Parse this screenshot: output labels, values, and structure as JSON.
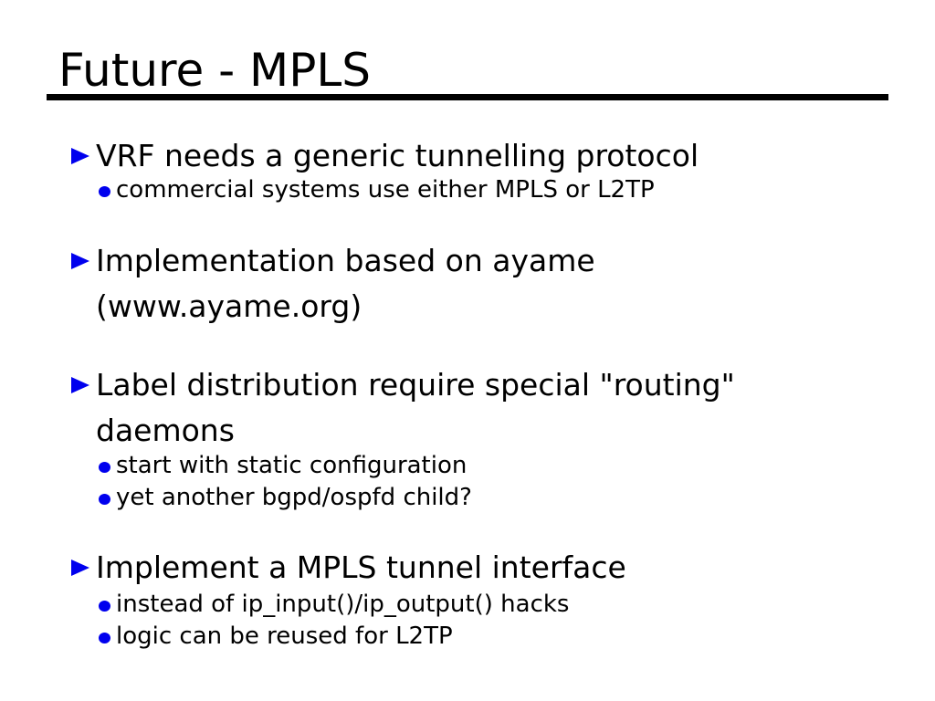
{
  "slide": {
    "title": "Future - MPLS",
    "bullets": [
      {
        "lines": [
          "VRF needs a generic tunnelling protocol"
        ],
        "subs": [
          "commercial systems use either MPLS or L2TP"
        ]
      },
      {
        "lines": [
          "Implementation based on ayame",
          "(www.ayame.org)"
        ],
        "subs": []
      },
      {
        "lines": [
          "Label distribution require special \"routing\"",
          "daemons"
        ],
        "subs": [
          "start with static configuration",
          "yet another bgpd/ospfd child?"
        ]
      },
      {
        "lines": [
          "Implement a MPLS tunnel interface"
        ],
        "subs": [
          "instead of ip_input()/ip_output() hacks",
          "logic can be reused for L2TP"
        ]
      }
    ],
    "icons": {
      "bullet_marker": "triangle-right-icon",
      "sub_marker": "dot-icon"
    },
    "colors": {
      "bullet_blue": "#0000ee",
      "text": "#000000",
      "rule": "#000000",
      "background": "#ffffff"
    }
  }
}
